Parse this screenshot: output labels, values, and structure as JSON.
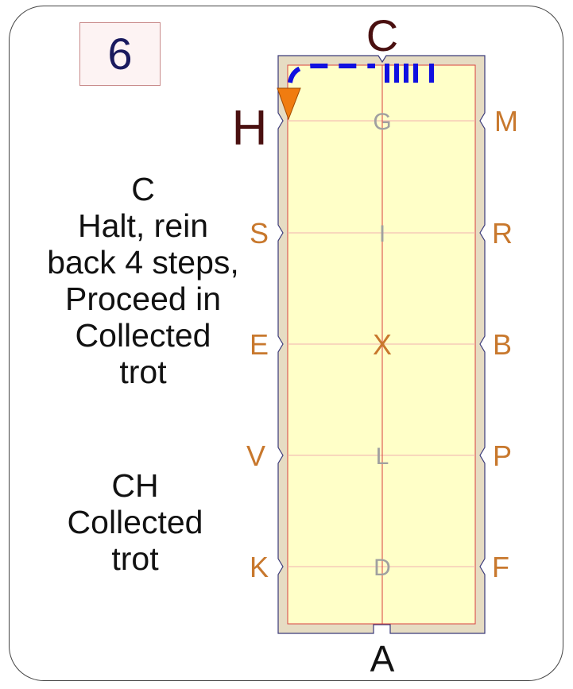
{
  "movement_number": "6",
  "instructions": [
    {
      "marker": "C",
      "lines": [
        "Halt, rein",
        "back 4 steps,",
        "Proceed in",
        "Collected",
        "trot"
      ]
    },
    {
      "marker": "CH",
      "lines": [
        "Collected",
        "trot"
      ]
    }
  ],
  "arena": {
    "end_letters": {
      "top": "C",
      "bottom": "A"
    },
    "start_letter": "H",
    "left_letters": [
      "H",
      "S",
      "E",
      "V",
      "K"
    ],
    "right_letters": [
      "M",
      "R",
      "B",
      "P",
      "F"
    ],
    "centerline_letters": [
      "G",
      "I",
      "X",
      "L",
      "D"
    ]
  },
  "colors": {
    "arena_fill": "#ffffc8",
    "arena_border_fill": "#e6dcc3",
    "side_letter": "#c8782d",
    "centerline_letter": "#a0a0a0",
    "x_letter": "#c8782d",
    "end_letter": "#4a1010",
    "path": "#1010e0",
    "start_marker": "#f07c10",
    "number_text": "#1a1a5e"
  }
}
